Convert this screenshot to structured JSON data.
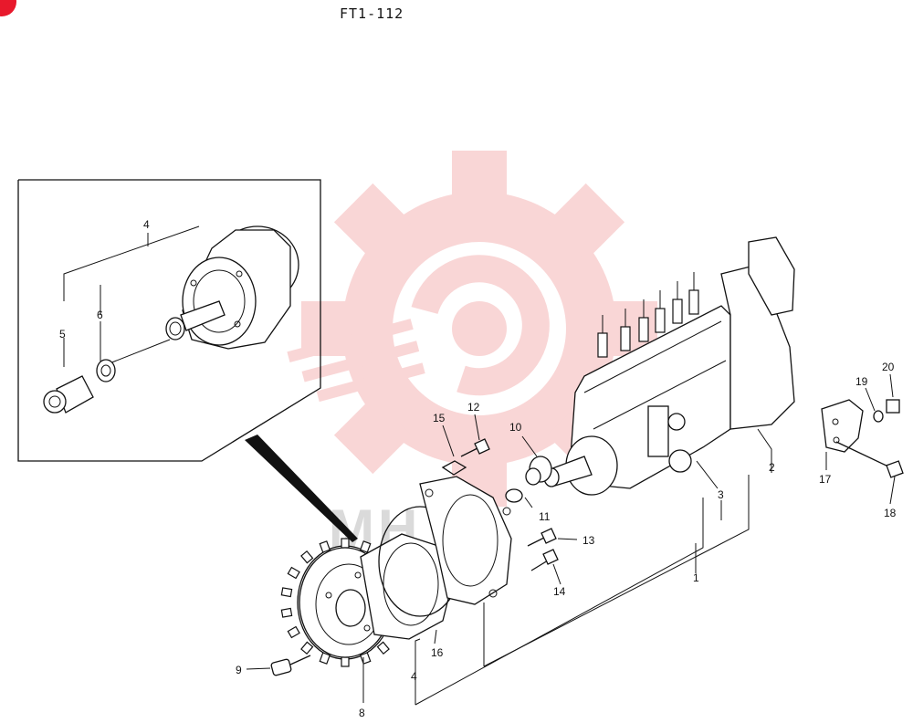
{
  "header": {
    "diagram_code": "FT1-112"
  },
  "watermark": {
    "text": "MH    X",
    "gear_color": "#f5b5b5"
  },
  "corner_mark_color": "#e8192c",
  "callouts": {
    "c1": "1",
    "c2": "2",
    "c3": "3",
    "c4_inset": "4",
    "c4_main": "4",
    "c5": "5",
    "c6": "6",
    "c8": "8",
    "c9": "9",
    "c10": "10",
    "c11": "11",
    "c12": "12",
    "c13": "13",
    "c14": "14",
    "c15": "15",
    "c16": "16",
    "c17": "17",
    "c18": "18",
    "c19": "19",
    "c20": "20"
  }
}
